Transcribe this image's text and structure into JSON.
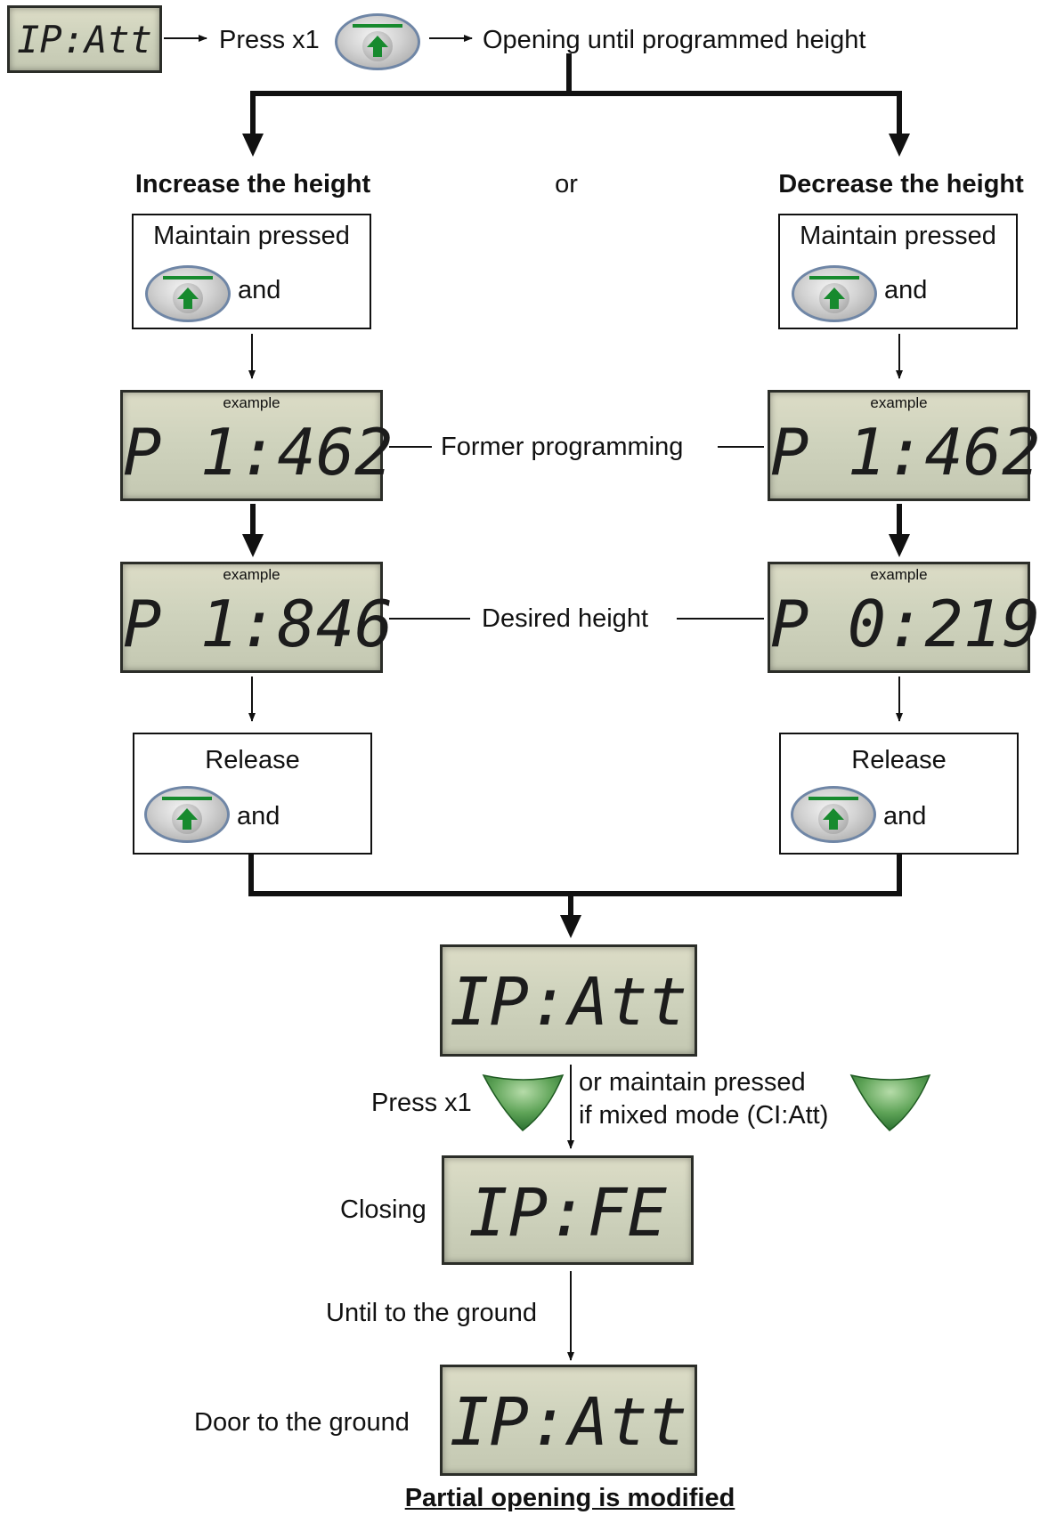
{
  "top": {
    "lcd": "IP:Att",
    "press": "Press x1",
    "opening": "Opening until programmed height"
  },
  "branches": {
    "or": "or",
    "left": {
      "heading": "Increase the height",
      "maintain": "Maintain pressed",
      "and1": "and",
      "example1": "example",
      "lcd1": "P 1:462",
      "example2": "example",
      "lcd2": "P 1:846",
      "release": "Release",
      "and2": "and"
    },
    "right": {
      "heading": "Decrease the height",
      "maintain": "Maintain pressed",
      "and1": "and",
      "example1": "example",
      "lcd1": "P 1:462",
      "example2": "example",
      "lcd2": "P 0:219",
      "release": "Release",
      "and2": "and"
    },
    "former": "Former programming",
    "desired": "Desired height"
  },
  "bottom": {
    "lcd1": "IP:Att",
    "press": "Press x1",
    "maintain_line1": "or maintain pressed",
    "maintain_line2": "if mixed mode (CI:Att)",
    "closing": "Closing",
    "lcd2": "IP:FE",
    "until": "Until to the ground",
    "door": "Door to the ground",
    "lcd3": "IP:Att",
    "result": "Partial opening is modified"
  },
  "icons": [
    "open-button-icon",
    "up-triangle-icon",
    "down-triangle-icon"
  ],
  "colors": {
    "button_green": "#178a2e",
    "triangle_green": "#4e9a4a",
    "lcd_bg": "#cfd3bd"
  }
}
